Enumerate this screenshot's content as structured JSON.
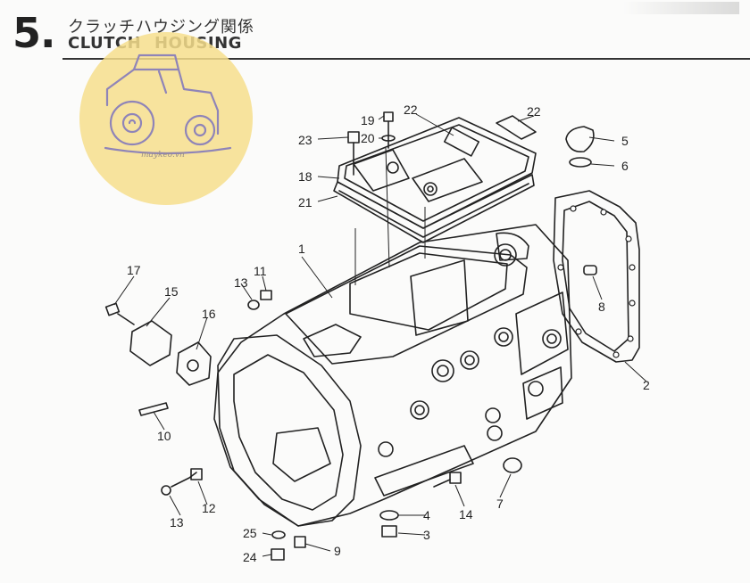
{
  "header": {
    "section_number": "5.",
    "title_jp": "クラッチハウジング関係",
    "title_en": "CLUTCH HOUSING"
  },
  "watermark": {
    "text": "maykeo.vn",
    "badge_color": "#f6de8c",
    "icon": "tractor-icon"
  },
  "part_labels": [
    "1",
    "2",
    "3",
    "4",
    "5",
    "6",
    "7",
    "8",
    "9",
    "10",
    "11",
    "12",
    "13",
    "13",
    "14",
    "15",
    "16",
    "17",
    "18",
    "19",
    "20",
    "21",
    "22",
    "22",
    "23",
    "24",
    "25"
  ],
  "colors": {
    "ink": "#222222",
    "paper": "#fbfbfa"
  }
}
